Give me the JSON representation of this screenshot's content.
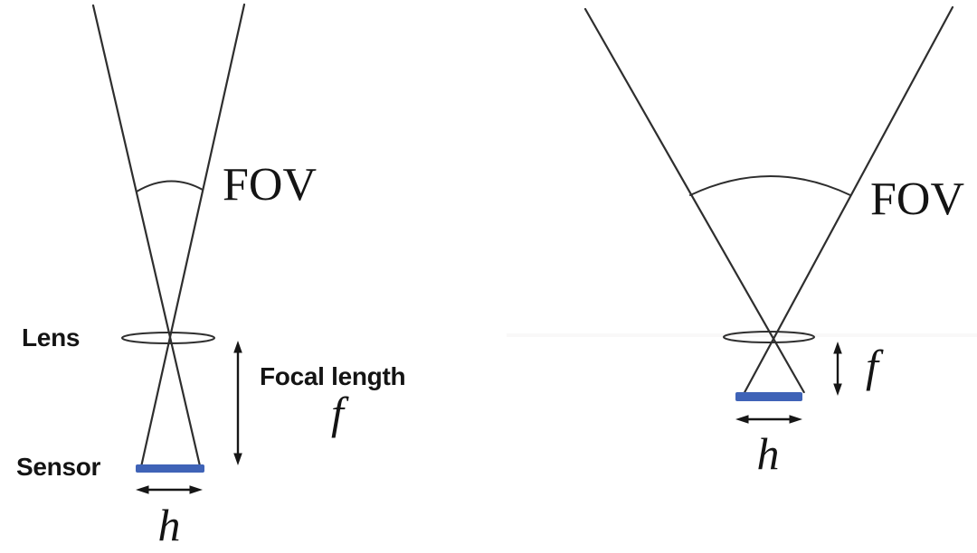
{
  "colors": {
    "line": "#2e2e2e",
    "arrow": "#161616",
    "sensor_bar": "#3f63b7",
    "text": "#141414",
    "background": "#ffffff"
  },
  "left_diagram": {
    "fov_label": "FOV",
    "lens_label": "Lens",
    "sensor_label": "Sensor",
    "focal_length_label": "Focal length",
    "focal_length_symbol": "f",
    "sensor_width_symbol": "h"
  },
  "right_diagram": {
    "fov_label": "FOV",
    "focal_length_symbol": "f",
    "sensor_width_symbol": "h"
  }
}
